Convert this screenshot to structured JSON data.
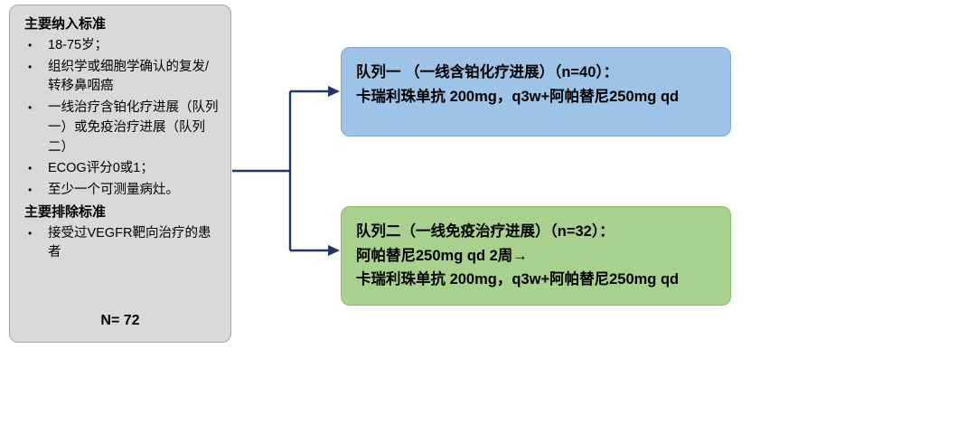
{
  "criteria": {
    "inclusion_title": "主要纳入标准",
    "inclusion_items": [
      "18-75岁；",
      "组织学或细胞学确认的复发/转移鼻咽癌",
      "一线治疗含铂化疗进展（队列一）或免疫治疗进展（队列二）",
      "ECOG评分0或1；",
      "至少一个可测量病灶。"
    ],
    "exclusion_title": "主要排除标准",
    "exclusion_items": [
      "接受过VEGFR靶向治疗的患者"
    ],
    "total": "N= 72",
    "bullet": "•"
  },
  "cohort1": {
    "line1": "队列一 （一线含铂化疗进展）（n=40）：",
    "line2": "卡瑞利珠单抗 200mg，q3w+阿帕替尼250mg qd"
  },
  "cohort2": {
    "line1": "队列二（一线免疫治疗进展）（n=32）：",
    "line2": "阿帕替尼250mg qd 2周→",
    "line3": "卡瑞利珠单抗 200mg，q3w+阿帕替尼250mg qd"
  },
  "colors": {
    "criteria_bg": "#d9d9d9",
    "cohort1_bg": "#9dc3e6",
    "cohort2_bg": "#a9d18e",
    "arrow": "#1f3864"
  }
}
